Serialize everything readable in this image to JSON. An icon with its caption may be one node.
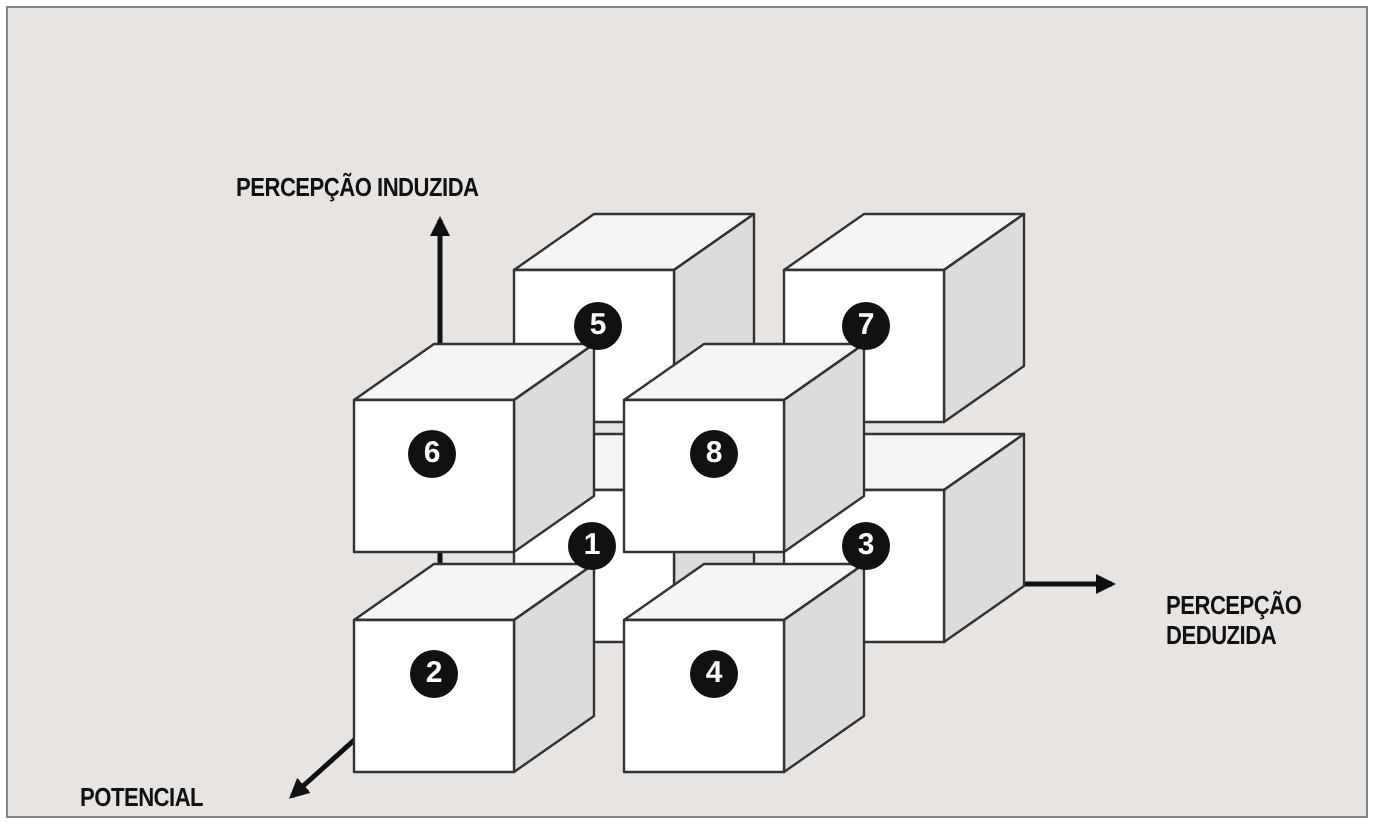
{
  "diagram": {
    "nodes": [
      {
        "text": [
          "5"
        ]
      },
      {
        "text": [
          "7"
        ]
      },
      {
        "text": [
          "6"
        ]
      },
      {
        "text": [
          "8"
        ]
      },
      {
        "text": [
          "1"
        ]
      },
      {
        "text": [
          "3"
        ]
      },
      {
        "text": [
          "2"
        ]
      },
      {
        "text": [
          "4"
        ]
      }
    ],
    "edges": [],
    "labels": [
      "PERCEPÇÃO INDUZIDA",
      "PERCEPÇÃO DEDUZIDA",
      "POTENCIAL"
    ]
  }
}
